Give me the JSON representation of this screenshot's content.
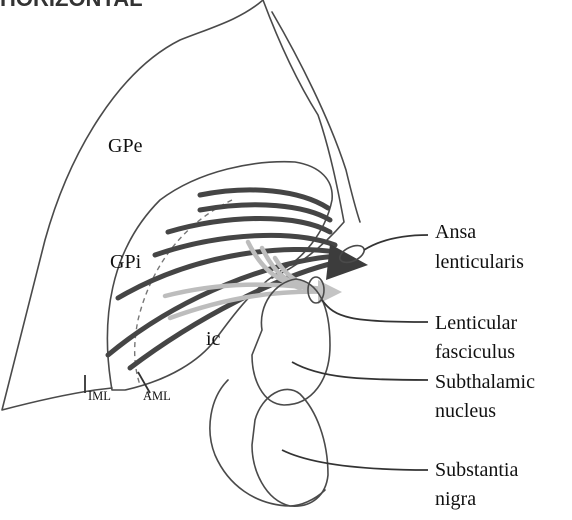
{
  "header": {
    "partial_text": "HORIZONTAL"
  },
  "regions": {
    "gpe": "GPe",
    "gpi": "GPi",
    "ic": "ic",
    "iml": "IML",
    "aml": "AML"
  },
  "callouts": {
    "ansa": [
      "Ansa",
      "lenticularis"
    ],
    "fasciculus": [
      "Lenticular",
      "fasciculus"
    ],
    "subthalamic": [
      "Subthalamic",
      "nucleus"
    ],
    "nigra": [
      "Substantia",
      "nigra"
    ]
  },
  "colors": {
    "outline": "#4a4a4a",
    "ansa_fibers": "#454545",
    "fasciculus_fibers": "#bdbdbd"
  }
}
